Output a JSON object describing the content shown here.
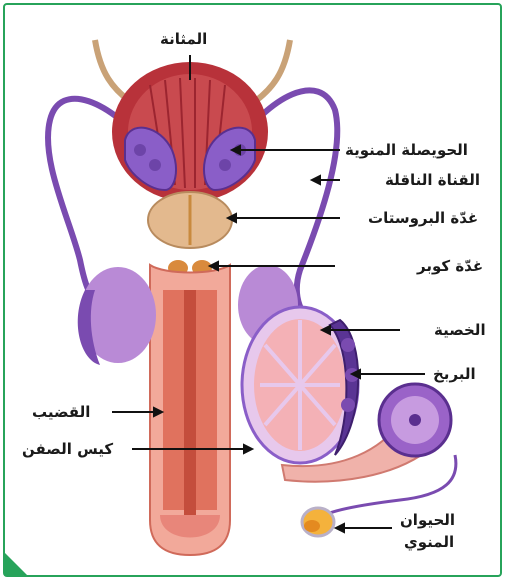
{
  "colors": {
    "border": "#27a35a",
    "duct": "#7a4bb0",
    "bladder": "#b8323a",
    "vesicle": "#8a5ec8",
    "prostate": "#e3b98e",
    "penis": "#e0725e",
    "testis": "#d7a3d9",
    "tube": "#e8a39e",
    "sperm": "#f4b23c"
  },
  "labels": {
    "bladder": "المثانة",
    "seminal_vesicle": "الحويصلة المنوية",
    "vas_deferens": "القناة الناقلة",
    "prostate": "غدّة البروستات",
    "cowper": "غدّة كوبر",
    "testis": "الخصية",
    "epididymis": "البربخ",
    "penis": "القضيب",
    "scrotum": "كيس الصفن",
    "sperm_line1": "الحيوان",
    "sperm_line2": "المنوي"
  }
}
